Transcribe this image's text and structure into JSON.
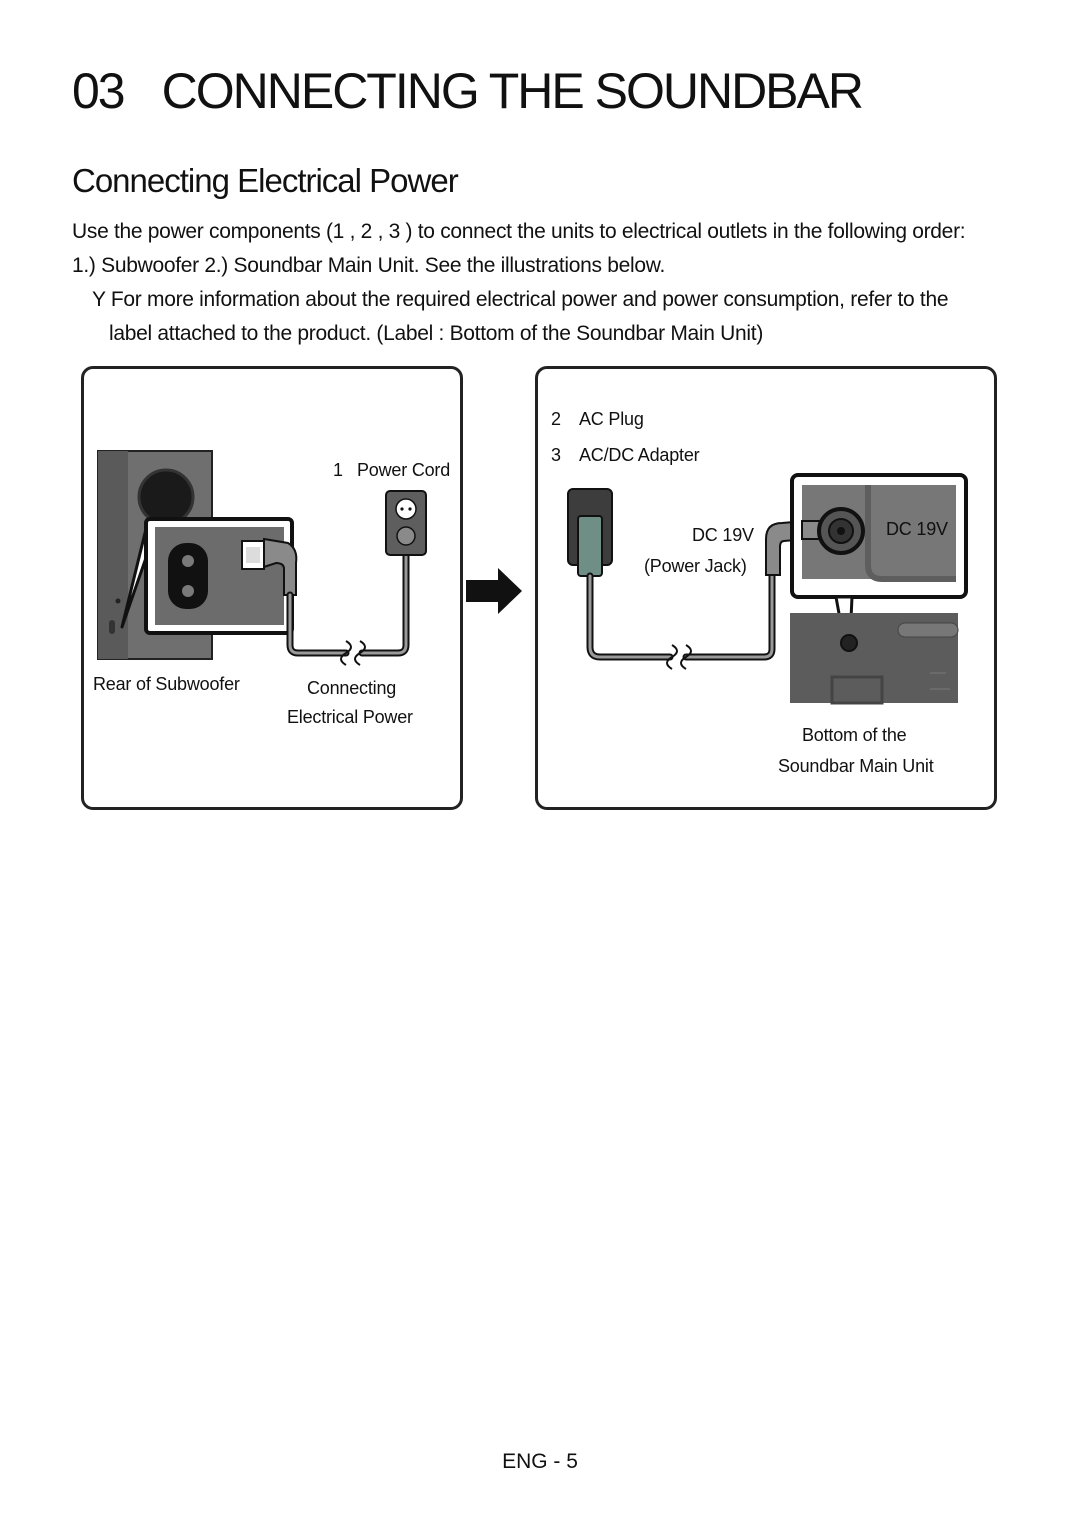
{
  "chapter": {
    "number": "03",
    "title": "CONNECTING THE SOUNDBAR"
  },
  "section": {
    "title": "Connecting Electrical Power"
  },
  "body": {
    "line1": "Use the power components (1 , 2 , 3 ) to connect the units to electrical outlets in the following order:",
    "line2": "1.) Subwoofer     2.) Soundbar Main Unit. See the illustrations below.",
    "note_line1": "Y For more information about the required electrical power and power consumption, refer to the",
    "note_line2": "label attached to the product. (Label : Bottom of the Soundbar Main Unit)"
  },
  "left_panel": {
    "power_cord_num": "1",
    "power_cord_label": "Power Cord",
    "rear_label": "Rear of Subwoofer",
    "connecting_line1": "Connecting",
    "connecting_line2": "Electrical Power"
  },
  "right_panel": {
    "ac_plug_num": "2",
    "ac_plug_label": "AC Plug",
    "adapter_num": "3",
    "adapter_label": "AC/DC Adapter",
    "dc_label": "DC 19V",
    "power_jack_label": "(Power Jack)",
    "dc_inset_label": "DC 19V",
    "bottom_line1": "Bottom of the",
    "bottom_line2": "Soundbar Main Unit"
  },
  "footer": {
    "page": "ENG - 5"
  }
}
